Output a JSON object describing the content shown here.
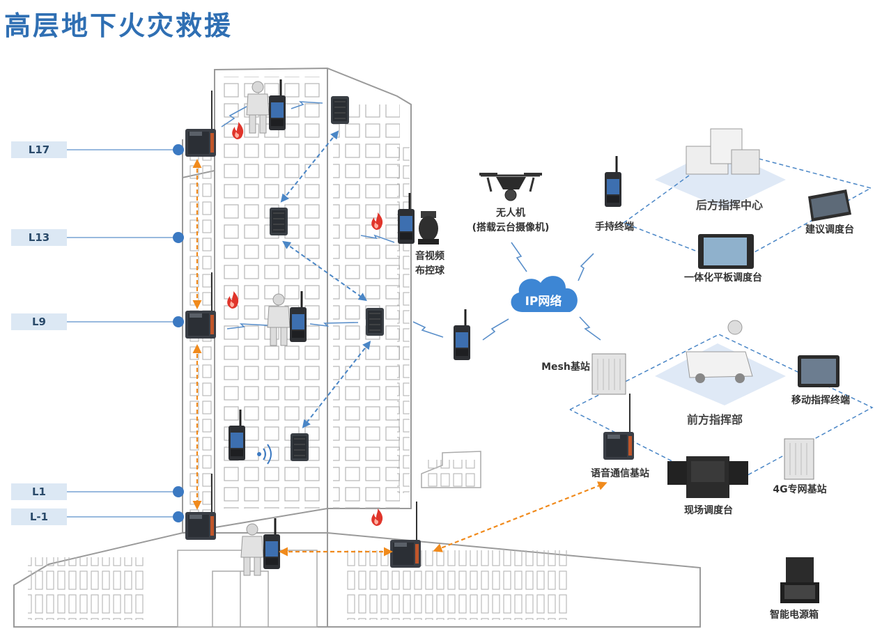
{
  "title": "高层地下火灾救援",
  "floors": [
    "L17",
    "L13",
    "L9",
    "L1",
    "L-1"
  ],
  "network": {
    "label": "IP网络"
  },
  "devices": {
    "drone": {
      "line1": "无人机",
      "line2": "(搭载云台摄像机)"
    },
    "handheld": "手持终端",
    "ptz": {
      "line1": "音视频",
      "line2": "布控球"
    },
    "rear_command": "后方指挥中心",
    "suggest_console": "建议调度台",
    "tablet_console": "一体化平板调度台",
    "mesh": "Mesh基站",
    "mobile_terminal": "移动指挥终端",
    "front_command": "前方指挥部",
    "voice_station": "语音通信基站",
    "lte_station": "4G专网基站",
    "site_console": "现场调度台",
    "power_box": "智能电源箱"
  },
  "colors": {
    "accent": "#2f6fb3",
    "dashed_blue": "#4a86c6",
    "orange": "#f08a1c",
    "fire": "#e0352b"
  }
}
